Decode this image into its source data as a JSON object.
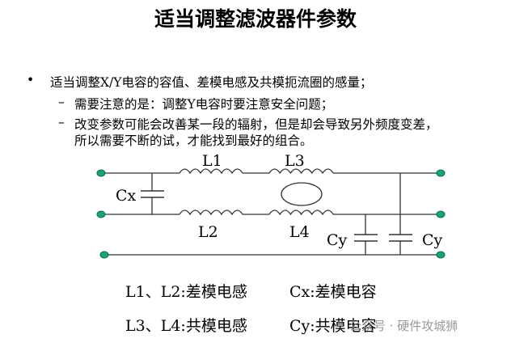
{
  "title": "适当调整滤波器件参数",
  "bullets": {
    "main": "适当调整X/Y电容的容值、差模电感及共模扼流圈的感量；",
    "sub": [
      "需要注意的是：调整Y电容时要注意安全问题；",
      "改变参数可能会改善某一段的辐射，但是却会导致另外频度变差，",
      "所以需要不断的试，才能找到最好的组合。"
    ],
    "bullet_mark": "•",
    "dash": "–"
  },
  "circuit": {
    "L1": "L1",
    "L2": "L2",
    "L3": "L3",
    "L4": "L4",
    "Cx": "Cx",
    "Cy1": "Cy",
    "Cy2": "Cy",
    "terminal_color": "#1aa37a"
  },
  "legend": {
    "r1c1": "L1、L2:差模电感",
    "r1c2": "Cx:差模电容",
    "r2c1": "L3、L4:共模电感",
    "r2c2": "Cy:共模电容"
  },
  "watermark": "公众号 · 硬件攻城狮"
}
